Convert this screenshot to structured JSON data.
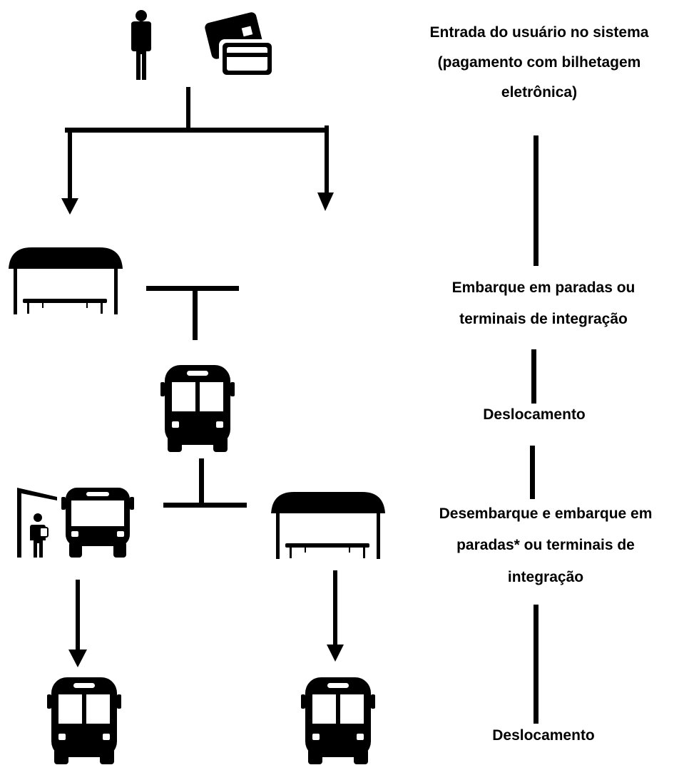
{
  "steps": [
    {
      "lines": [
        "Entrada do usuário no sistema",
        "(pagamento com bilhetagem",
        "eletrônica)"
      ]
    },
    {
      "lines": [
        "Embarque em paradas ou",
        "terminais de integração"
      ]
    },
    {
      "lines": [
        "Deslocamento"
      ]
    },
    {
      "lines": [
        "Desembarque e embarque em",
        "paradas* ou terminais de",
        "integração"
      ]
    },
    {
      "lines": [
        "Deslocamento"
      ]
    }
  ],
  "icons": [
    "person-icon",
    "payment-cards-icon",
    "bus-stop-shelter-icon",
    "bus-icon",
    "person-at-bus-stop-icon"
  ],
  "colors": {
    "ink": "#000000",
    "background": "#ffffff"
  }
}
